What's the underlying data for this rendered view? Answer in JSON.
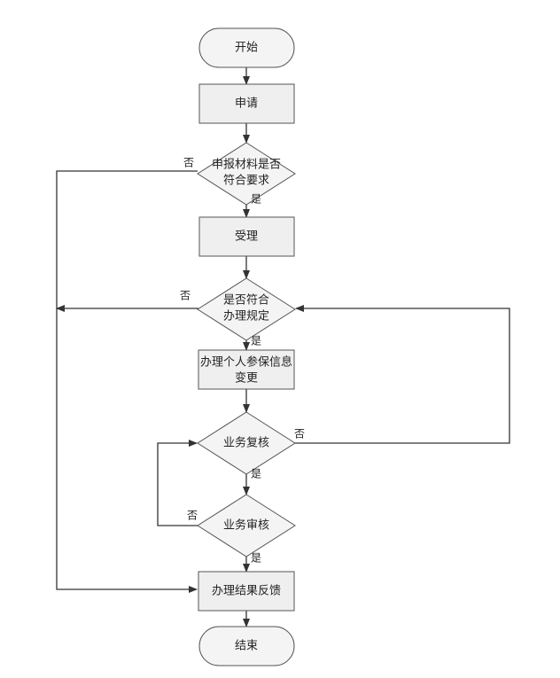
{
  "nodes": {
    "start": "开始",
    "apply": "申请",
    "check_materials": [
      "申报材料是否",
      "符合要求"
    ],
    "accept": "受理",
    "check_rules": [
      "是否符合",
      "办理规定"
    ],
    "process_change": [
      "办理个人参保信息",
      "变更"
    ],
    "review": "业务复核",
    "audit": "业务审核",
    "feedback": "办理结果反馈",
    "end": "结束"
  },
  "edge_labels": {
    "yes": "是",
    "no": "否"
  }
}
